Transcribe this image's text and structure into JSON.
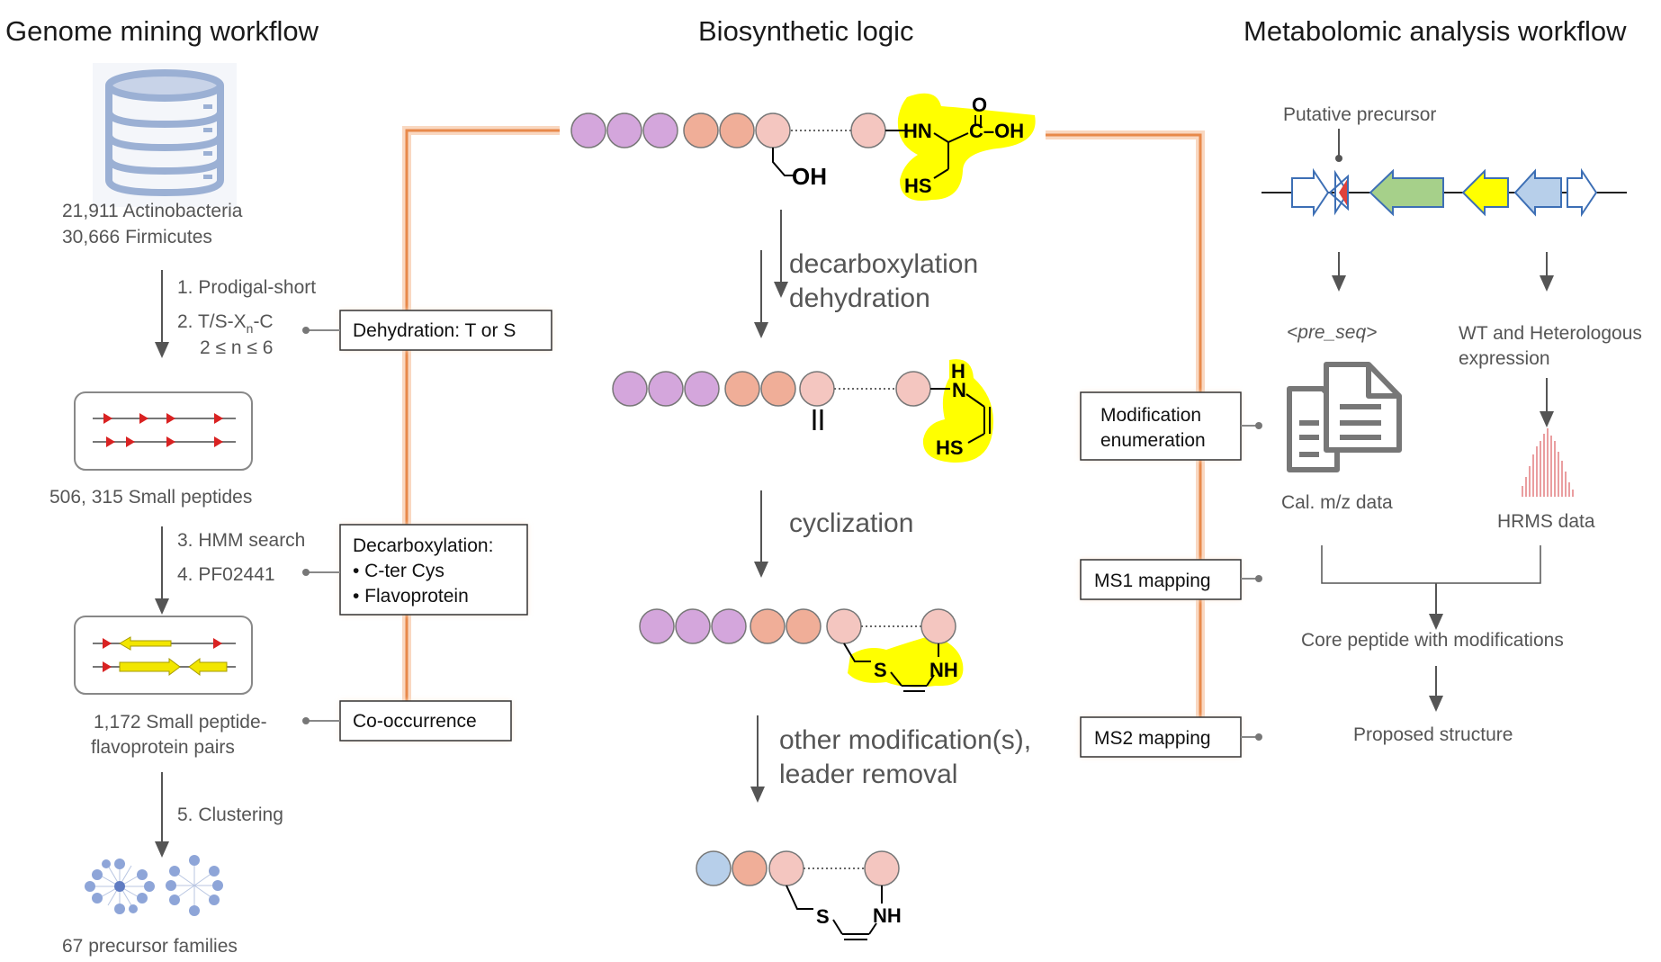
{
  "colors": {
    "purple": "#d4a6dc",
    "salmon": "#f0ae98",
    "pink": "#f4c6c0",
    "blue": "#b7cfea",
    "orange_line": "#e8894a",
    "yellow": "#ffff00",
    "green_gene": "#a6d08a",
    "red_gene": "#e0413b",
    "db_blue": "#9bb0d4"
  },
  "sections": {
    "genome_title": "Genome mining workflow",
    "logic_title": "Biosynthetic logic",
    "metabolomic_title": "Metabolomic analysis workflow"
  },
  "genome": {
    "db_icon": "database-icon",
    "db_line1": "21,911 Actinobacteria",
    "db_line2": "30,666 Firmicutes",
    "step1": "1. Prodigal-short",
    "step2": "2. T/S-X",
    "step2_sub": "n",
    "step2_end": "-C",
    "step2_cond": "2 ≤ n ≤ 6",
    "peptides_label": "506, 315 Small peptides",
    "step3": "3. HMM search",
    "step4": "4. PF02441",
    "pairs_line1": "1,172 Small peptide-",
    "pairs_line2": "flavoprotein pairs",
    "step5": "5. Clustering",
    "network_icon": "network-icon",
    "families_label": "67 precursor families"
  },
  "criteria": {
    "dehydration": "Dehydration: T or S",
    "decarb_title": "Decarboxylation:",
    "decarb_item1": "• C-ter Cys",
    "decarb_item2": "• Flavoprotein",
    "cooccurrence": "Co-occurrence"
  },
  "logic": {
    "hn": "HN",
    "o": "O",
    "c_oh": "C–OH",
    "oh": "OH",
    "hs": "HS",
    "h": "H",
    "n": "N",
    "s": "S",
    "nh": "NH",
    "step_a1": "decarboxylation",
    "step_a2": "dehydration",
    "step_b": "cyclization",
    "step_c1": "other modification(s),",
    "step_c2": "leader removal"
  },
  "analysis": {
    "modification": "Modification",
    "enumeration": "enumeration",
    "ms1": "MS1 mapping",
    "ms2": "MS2 mapping"
  },
  "metabolomic": {
    "precursor_label": "Putative precursor",
    "pre_seq": "<pre_seq>",
    "wt_line1": "WT and Heterologous",
    "wt_line2": "expression",
    "doc_icon": "document-icon",
    "cal_label": "Cal. m/z data",
    "spectrum_icon": "spectrum-icon",
    "hrms_label": "HRMS data",
    "core_label": "Core peptide with modifications",
    "proposed_label": "Proposed structure"
  }
}
